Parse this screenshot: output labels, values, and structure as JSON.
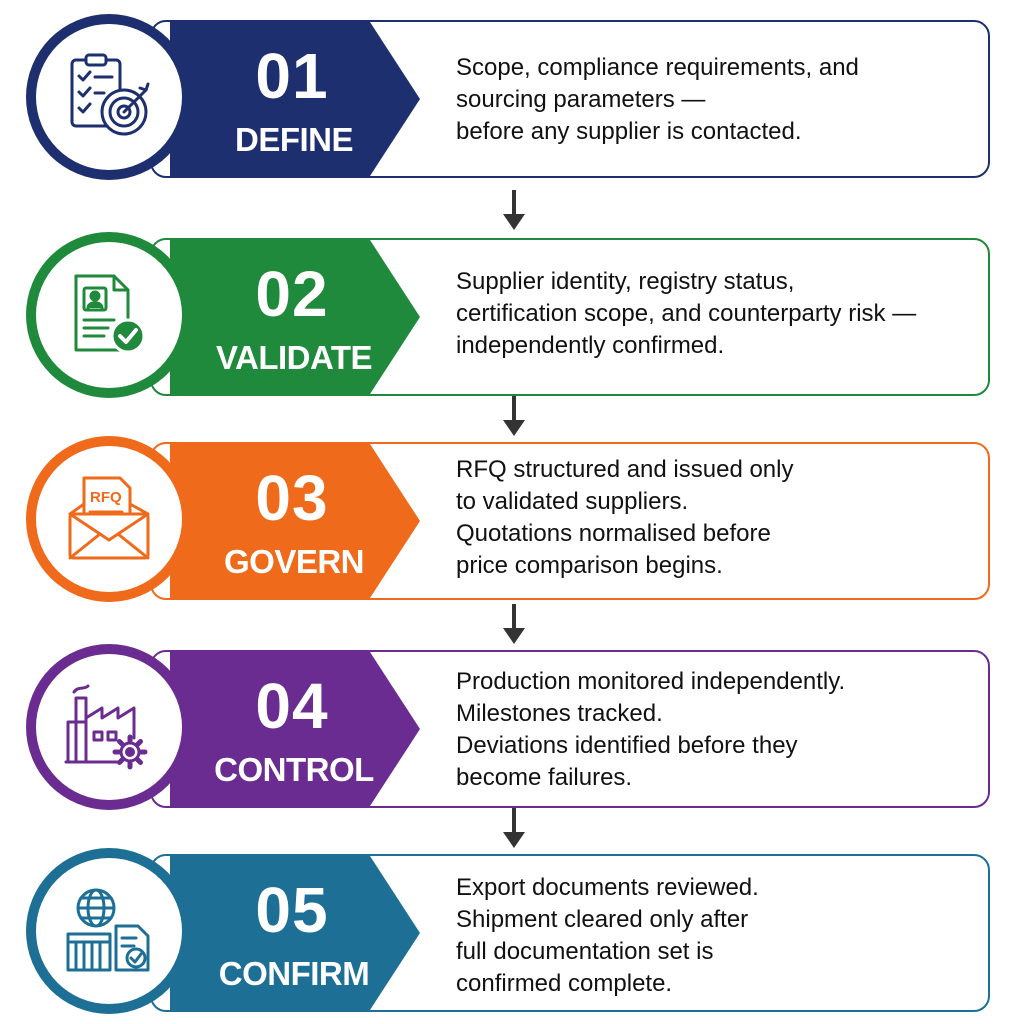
{
  "colors": {
    "define": "#1d2f6f",
    "validate": "#1f8a3b",
    "govern": "#ef6a1a",
    "control": "#6b2c91",
    "confirm": "#1e6f96"
  },
  "steps": [
    {
      "number": "01",
      "label": "DEFINE",
      "icon": "checklist-target-icon",
      "lines": [
        "Scope, compliance requirements, and",
        "sourcing parameters —",
        "before any supplier is contacted."
      ]
    },
    {
      "number": "02",
      "label": "VALIDATE",
      "icon": "verified-document-icon",
      "lines": [
        "Supplier identity, registry status,",
        "certification scope, and counterparty risk —",
        "independently confirmed."
      ]
    },
    {
      "number": "03",
      "label": "GOVERN",
      "icon": "rfq-envelope-icon",
      "icon_text": "RFQ",
      "lines": [
        "RFQ structured and issued only",
        "to validated suppliers.",
        "Quotations normalised before",
        "price comparison begins."
      ]
    },
    {
      "number": "04",
      "label": "CONTROL",
      "icon": "factory-gear-icon",
      "lines": [
        "Production monitored independently.",
        "Milestones tracked.",
        "Deviations identified before they",
        "become failures."
      ]
    },
    {
      "number": "05",
      "label": "CONFIRM",
      "icon": "globe-container-document-icon",
      "lines": [
        "Export documents reviewed.",
        "Shipment cleared only after",
        "full documentation set is",
        "confirmed complete."
      ]
    }
  ]
}
